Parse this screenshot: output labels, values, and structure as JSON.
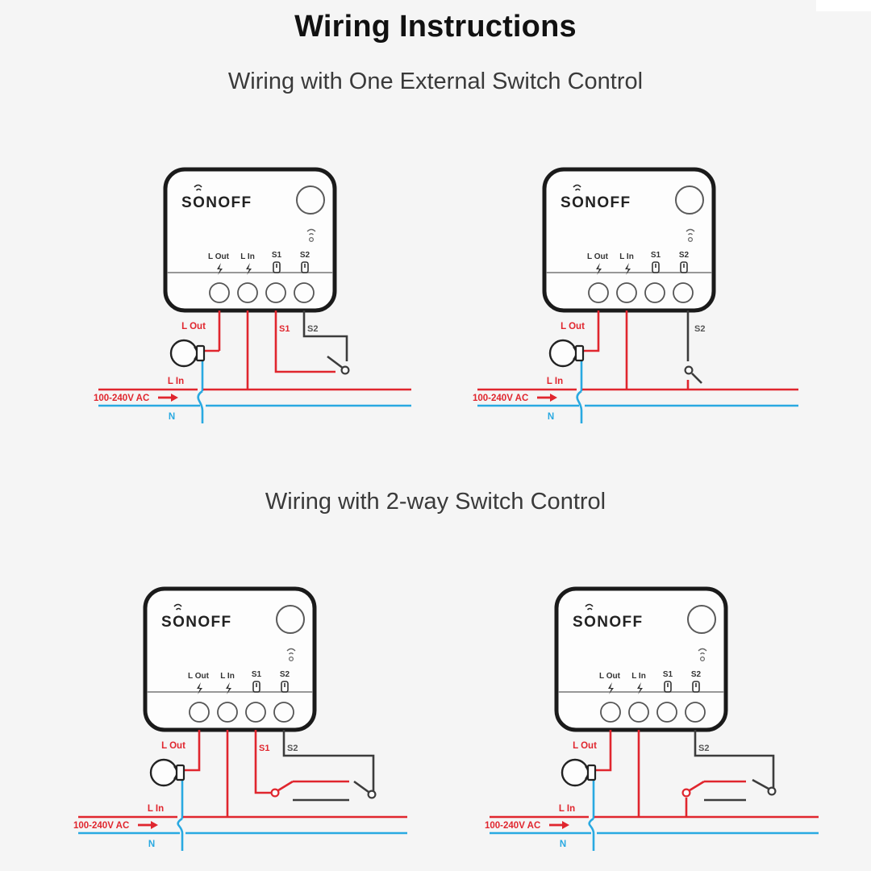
{
  "page": {
    "title": "Wiring Instructions",
    "background_color": "#f5f5f5"
  },
  "colors": {
    "live_red": "#e0262e",
    "neutral_blue": "#29a9e1",
    "wire_black": "#3c3c3c",
    "device_outline": "#1a1a1a",
    "text_dark": "#3a3a3a"
  },
  "sections": [
    {
      "id": "section-one-external-switch",
      "subtitle": "Wiring with One External Switch Control",
      "diagrams": [
        {
          "id": "diagram-top-left",
          "device": {
            "brand": "SONOFF",
            "terminals": [
              "L Out",
              "L In",
              "S1",
              "S2"
            ],
            "terminal_icons": [
              "bolt-icon",
              "bolt-icon",
              "switch-icon",
              "switch-icon"
            ],
            "button": "power-button",
            "indicator": "wifi-indicator"
          },
          "labels": {
            "l_out": "L Out",
            "l_in": "L In",
            "neutral": "N",
            "supply": "100-240V AC",
            "s1": "S1",
            "s2": "S2"
          },
          "load": "light-bulb",
          "switch_type": "one-way-switch"
        },
        {
          "id": "diagram-top-right",
          "device": {
            "brand": "SONOFF",
            "terminals": [
              "L Out",
              "L In",
              "S1",
              "S2"
            ],
            "terminal_icons": [
              "bolt-icon",
              "bolt-icon",
              "switch-icon",
              "switch-icon"
            ],
            "button": "power-button",
            "indicator": "wifi-indicator"
          },
          "labels": {
            "l_out": "L Out",
            "l_in": "L In",
            "neutral": "N",
            "supply": "100-240V AC",
            "s2": "S2"
          },
          "load": "light-bulb",
          "switch_type": "one-way-switch"
        }
      ]
    },
    {
      "id": "section-two-way-switch",
      "subtitle": "Wiring with 2-way Switch Control",
      "diagrams": [
        {
          "id": "diagram-bottom-left",
          "device": {
            "brand": "SONOFF",
            "terminals": [
              "L Out",
              "L In",
              "S1",
              "S2"
            ],
            "terminal_icons": [
              "bolt-icon",
              "bolt-icon",
              "switch-icon",
              "switch-icon"
            ],
            "button": "power-button",
            "indicator": "wifi-indicator"
          },
          "labels": {
            "l_out": "L Out",
            "l_in": "L In",
            "neutral": "N",
            "supply": "100-240V AC",
            "s1": "S1",
            "s2": "S2"
          },
          "load": "light-bulb",
          "switch_type": "two-way-switch"
        },
        {
          "id": "diagram-bottom-right",
          "device": {
            "brand": "SONOFF",
            "terminals": [
              "L Out",
              "L In",
              "S1",
              "S2"
            ],
            "terminal_icons": [
              "bolt-icon",
              "bolt-icon",
              "switch-icon",
              "switch-icon"
            ],
            "button": "power-button",
            "indicator": "wifi-indicator"
          },
          "labels": {
            "l_out": "L Out",
            "l_in": "L In",
            "neutral": "N",
            "supply": "100-240V AC",
            "s2": "S2"
          },
          "load": "light-bulb",
          "switch_type": "two-way-switch"
        }
      ]
    }
  ]
}
